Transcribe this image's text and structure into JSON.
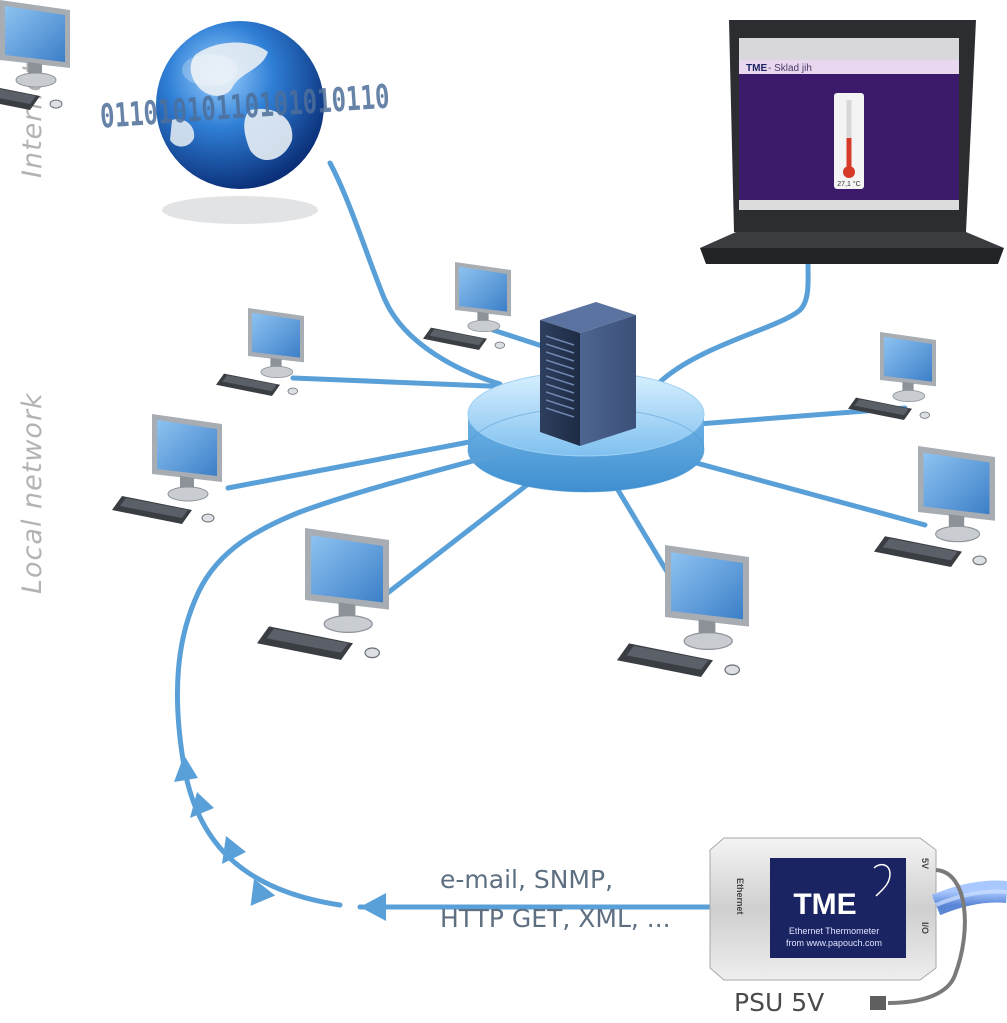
{
  "labels": {
    "internet": "Internet",
    "local_network": "Local network"
  },
  "globe": {
    "binary_text": "01101010110101010110"
  },
  "laptop": {
    "browser_brand": "TME",
    "browser_title": "- Sklad jih",
    "temperature": "27,1 °C"
  },
  "connection": {
    "protocols_line1": "e-mail, SNMP,",
    "protocols_line2": "HTTP GET, XML, ..."
  },
  "device": {
    "port_label": "Ethernet",
    "brand": "TME",
    "subtitle": "Ethernet Thermometer",
    "website": "from www.papouch.com",
    "power_label": "5V",
    "io_label": "I/O"
  },
  "psu": {
    "label": "PSU 5V"
  },
  "colors": {
    "network_line": "#5aa0d8",
    "screen_blue": "#4f8fd0",
    "server_dark": "#26344d",
    "device_panel": "#1b2462",
    "browser_background": "#3b1a6b"
  },
  "icons": [
    "globe-icon",
    "laptop-icon",
    "server-icon",
    "workstation-icon",
    "thermometer-icon",
    "arrow-icon",
    "bird-logo-icon"
  ]
}
